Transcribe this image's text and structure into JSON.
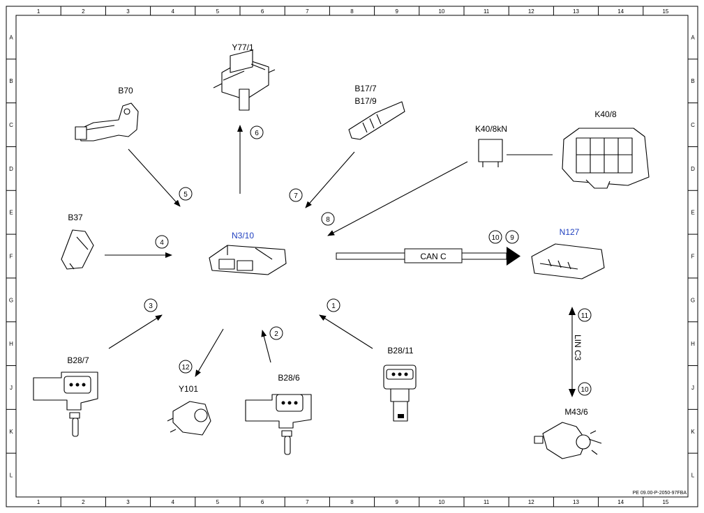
{
  "grid": {
    "columns": [
      "1",
      "2",
      "3",
      "4",
      "5",
      "6",
      "7",
      "8",
      "9",
      "10",
      "11",
      "12",
      "13",
      "14",
      "15"
    ],
    "rows": [
      "A",
      "B",
      "C",
      "D",
      "E",
      "F",
      "G",
      "H",
      "J",
      "K",
      "L"
    ]
  },
  "labels": {
    "y77_1": "Y77/1",
    "b70": "B70",
    "b17": "B17/7",
    "b17b": "B17/9",
    "k40_8kn": "K40/8kN",
    "k40_8": "K40/8",
    "b37": "B37",
    "n3_10": "N3/10",
    "n127": "N127",
    "can_c": "CAN C",
    "lin_c3": "LIN C3",
    "b28_7": "B28/7",
    "y101": "Y101",
    "b28_6": "B28/6",
    "b28_11": "B28/11",
    "m43_6": "M43/6"
  },
  "callouts": {
    "c1": "1",
    "c2": "2",
    "c3": "3",
    "c4": "4",
    "c5": "5",
    "c6": "6",
    "c7": "7",
    "c8": "8",
    "c9": "9",
    "c10a": "10",
    "c10b": "10",
    "c11": "11",
    "c12": "12"
  },
  "footer": {
    "code": "PE 09.00-P-2050-97FBA"
  }
}
